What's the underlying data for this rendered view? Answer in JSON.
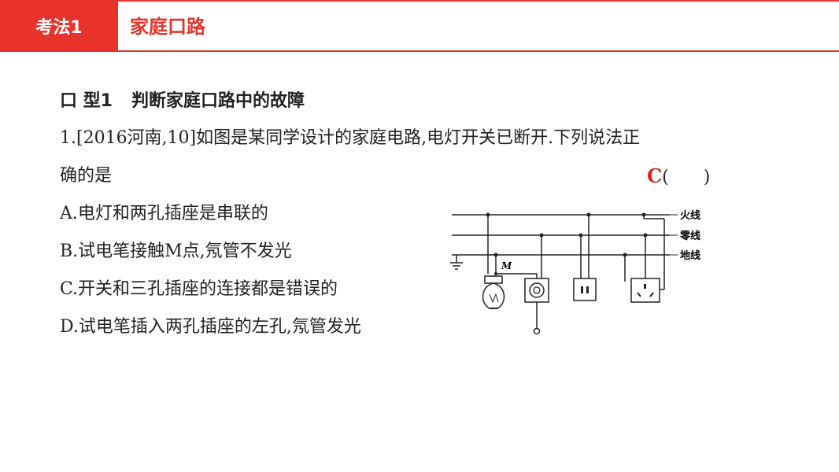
{
  "header": {
    "tag": "考法1",
    "title": "家庭口路"
  },
  "section": {
    "type_label": "口 型1",
    "type_title": "判断家庭口路中的故障"
  },
  "question": {
    "line1": "1.[2016河南,10]如图是某同学设计的家庭电路,电灯开关已断开.下列说法正",
    "line2": "确的是",
    "answer": "C",
    "paren": "(　　)",
    "options": [
      "A.电灯和两孔插座是串联的",
      "B.试电笔接触M点,氖管不发光",
      "C.开关和三孔插座的连接都是错误的",
      "D.试电笔插入两孔插座的左孔,氖管发光"
    ]
  },
  "figure": {
    "labels": {
      "live": "火线",
      "neutral": "零线",
      "ground": "地线",
      "point": "M"
    }
  }
}
